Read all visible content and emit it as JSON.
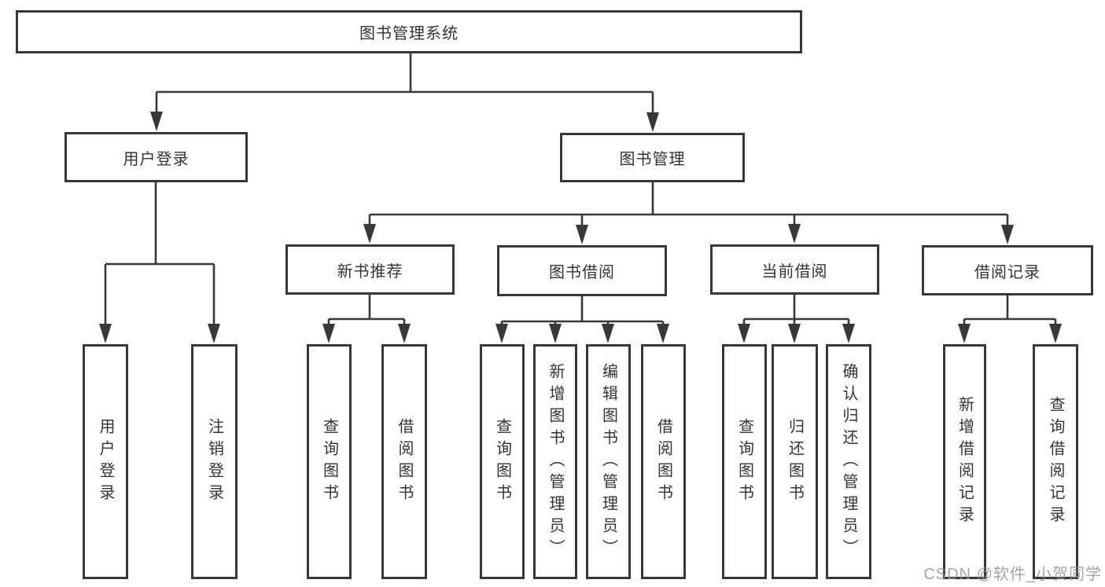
{
  "diagram": {
    "title": "图书管理系统",
    "tree": {
      "label": "图书管理系统",
      "children": [
        {
          "label": "用户登录",
          "children": [
            {
              "label": "用户登录"
            },
            {
              "label": "注销登录"
            }
          ]
        },
        {
          "label": "图书管理",
          "children": [
            {
              "label": "新书推荐",
              "children": [
                {
                  "label": "查询图书"
                },
                {
                  "label": "借阅图书"
                }
              ]
            },
            {
              "label": "图书借阅",
              "children": [
                {
                  "label": "查询图书"
                },
                {
                  "label": "新增图书（管理员）"
                },
                {
                  "label": "编辑图书（管理员）"
                },
                {
                  "label": "借阅图书"
                }
              ]
            },
            {
              "label": "当前借阅",
              "children": [
                {
                  "label": "查询图书"
                },
                {
                  "label": "归还图书"
                },
                {
                  "label": "确认归还（管理员）"
                }
              ]
            },
            {
              "label": "借阅记录",
              "children": [
                {
                  "label": "新增借阅记录"
                },
                {
                  "label": "查询借阅记录"
                }
              ]
            }
          ]
        }
      ]
    }
  },
  "watermark": "CSDN @软件_小贺同学",
  "colors": {
    "stroke": "#383838",
    "text": "#333333",
    "background": "#ffffff",
    "watermark": "#94949a"
  }
}
